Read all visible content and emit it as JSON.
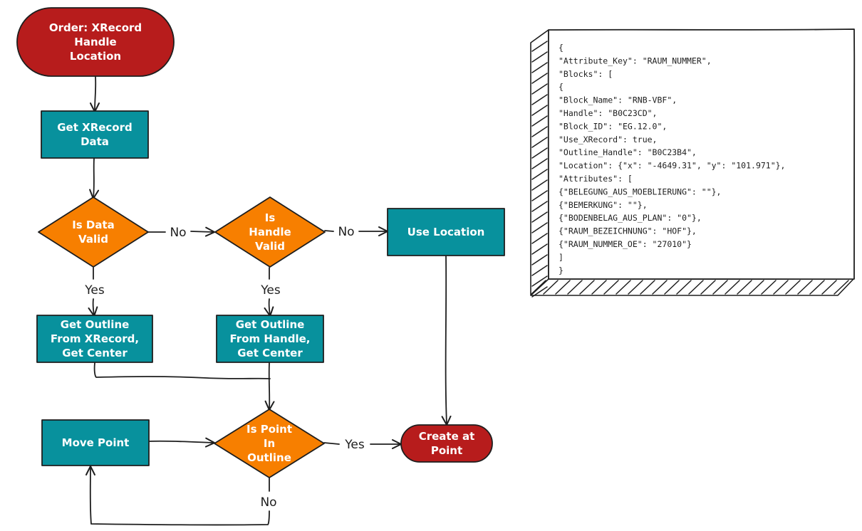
{
  "nodes": {
    "start": [
      "Order: XRecord",
      "Handle",
      "Location"
    ],
    "get_xrecord": [
      "Get XRecord",
      "Data"
    ],
    "is_data_valid": [
      "Is Data",
      "Valid"
    ],
    "is_handle_valid": [
      "Is",
      "Handle",
      "Valid"
    ],
    "use_location": [
      "Use Location"
    ],
    "outline_xrecord": [
      "Get Outline",
      "From XRecord,",
      "Get Center"
    ],
    "outline_handle": [
      "Get Outline",
      "From Handle,",
      "Get Center"
    ],
    "move_point": [
      "Move Point"
    ],
    "is_point_in_outline": [
      "Is Point",
      "In",
      "Outline"
    ],
    "create_at_point": [
      "Create at",
      "Point"
    ]
  },
  "edge_labels": {
    "data_no": "No",
    "handle_no": "No",
    "data_yes": "Yes",
    "handle_yes": "Yes",
    "outline_yes": "Yes",
    "outline_no": "No"
  },
  "code_lines": [
    "{",
    " \"Attribute_Key\": \"RAUM_NUMMER\",",
    " \"Blocks\": [",
    " {",
    "  \"Block_Name\": \"RNB-VBF\",",
    "  \"Handle\": \"B0C23CD\",",
    "  \"Block_ID\": \"EG.12.0\",",
    "  \"Use_XRecord\": true,",
    "  \"Outline_Handle\": \"B0C23B4\",",
    "  \"Location\": {\"x\": \"-4649.31\", \"y\": \"101.971\"},",
    "  \"Attributes\": [",
    "   {\"BELEGUNG_AUS_MOEBLIERUNG\": \"\"},",
    "   {\"BEMERKUNG\": \"\"},",
    "   {\"BODENBELAG_AUS_PLAN\": \"0\"},",
    "   {\"RAUM_BEZEICHNUNG\": \"HOF\"},",
    "   {\"RAUM_NUMMER_OE\": \"27010\"}",
    "  ]",
    "}"
  ],
  "colors": {
    "terminal": "#b71c1c",
    "process": "#08919d",
    "decision": "#f77f00",
    "stroke": "#1e1e1e"
  }
}
